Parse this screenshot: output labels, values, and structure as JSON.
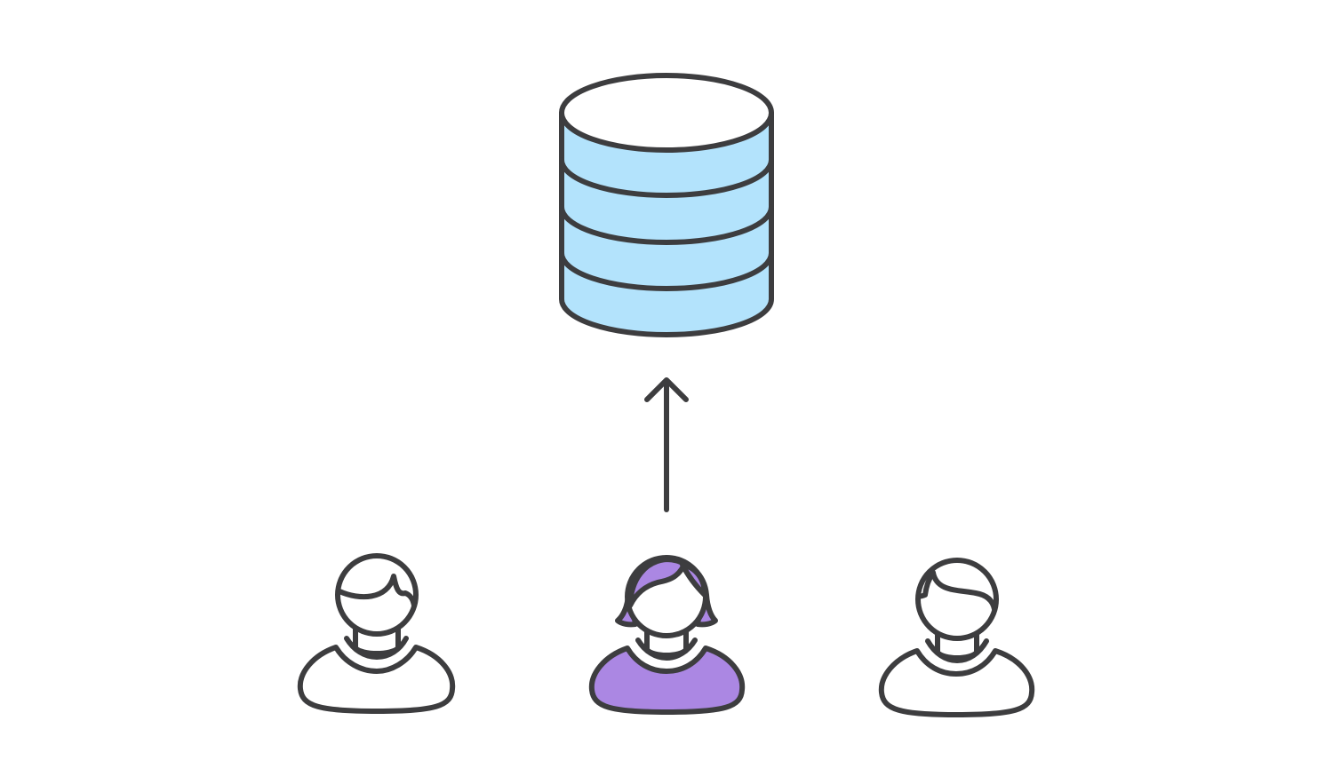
{
  "diagram": {
    "type": "centralized-database-upload",
    "colors": {
      "stroke": "#3d3d3f",
      "background": "#ffffff",
      "database_fill": "#b3e3fc",
      "database_top": "#ffffff",
      "highlight_user": "#ab87e3",
      "user_fill": "#ffffff"
    },
    "nodes": [
      {
        "id": "database",
        "icon": "database-icon"
      },
      {
        "id": "user-left",
        "icon": "user-icon",
        "highlighted": false
      },
      {
        "id": "user-center",
        "icon": "user-female-icon",
        "highlighted": true
      },
      {
        "id": "user-right",
        "icon": "user-icon",
        "highlighted": false
      }
    ],
    "edges": [
      {
        "from": "user-center",
        "to": "database",
        "icon": "arrow-up-icon"
      }
    ]
  }
}
